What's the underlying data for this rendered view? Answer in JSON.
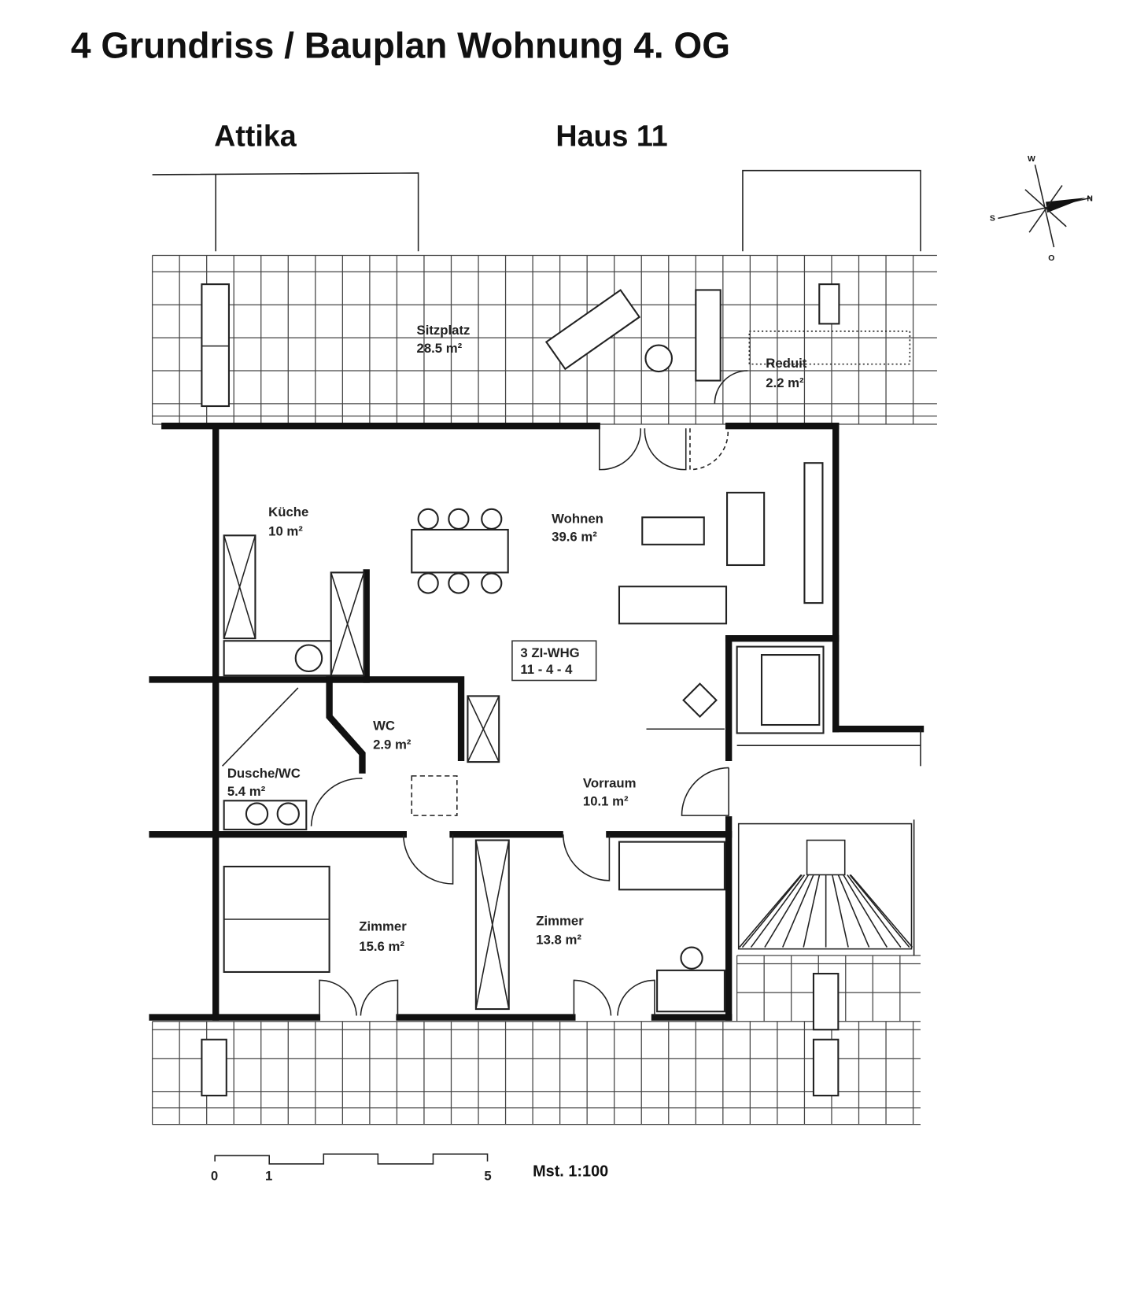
{
  "title": "4 Grundriss / Bauplan Wohnung 4. OG",
  "subtitle_left": "Attika",
  "subtitle_right": "Haus 11",
  "compass": {
    "north": "N",
    "south": "S",
    "west": "W",
    "east": "O"
  },
  "rooms": [
    {
      "name": "Sitzplatz",
      "area": "28.5 m²"
    },
    {
      "name": "Reduit",
      "area": "2.2 m²"
    },
    {
      "name": "Küche",
      "area": "10 m²"
    },
    {
      "name": "Wohnen",
      "area": "39.6 m²"
    },
    {
      "name": "WC",
      "area": "2.9 m²"
    },
    {
      "name": "Dusche/WC",
      "area": "5.4 m²"
    },
    {
      "name": "Vorraum",
      "area": "10.1 m²"
    },
    {
      "name": "Zimmer",
      "area": "15.6 m²"
    },
    {
      "name": "Zimmer",
      "area": "13.8 m²"
    }
  ],
  "unit_box": {
    "line1": "3 ZI-WHG",
    "line2": "11 - 4 - 4"
  },
  "scale_bar": {
    "ticks": [
      "0",
      "1",
      "5"
    ],
    "label": "Mst. 1:100"
  },
  "colors": {
    "ink": "#111111",
    "paper": "#ffffff"
  }
}
